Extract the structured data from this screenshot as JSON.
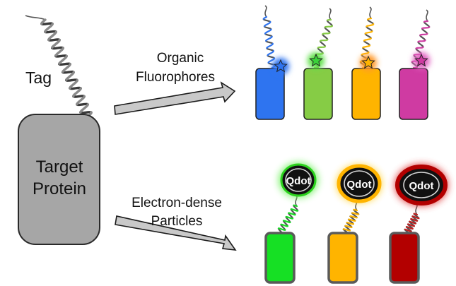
{
  "tag_label": "Tag",
  "target_label": {
    "line1": "Target",
    "line2": "Protein"
  },
  "top_arrow_label": {
    "line1": "Organic",
    "line2": "Fluorophores"
  },
  "bottom_arrow_label": {
    "line1": "Electron-dense",
    "line2": "Particles"
  },
  "qdot_label": "Qdot",
  "colors": {
    "target_fill": "#a6a6a6",
    "fluor_tags": [
      "#2e74f0",
      "#86cc45",
      "#ffb400",
      "#cf3ba2"
    ],
    "qdot_tags": [
      "#16e024",
      "#ffb400",
      "#b30000"
    ],
    "qdot_glow": [
      "#7cf26a",
      "#ffd23a",
      "#d61a1a"
    ]
  },
  "icons": [
    "helix-tag-icon",
    "fluorophore-star-icon",
    "qdot-particle-icon",
    "arrow-icon"
  ]
}
